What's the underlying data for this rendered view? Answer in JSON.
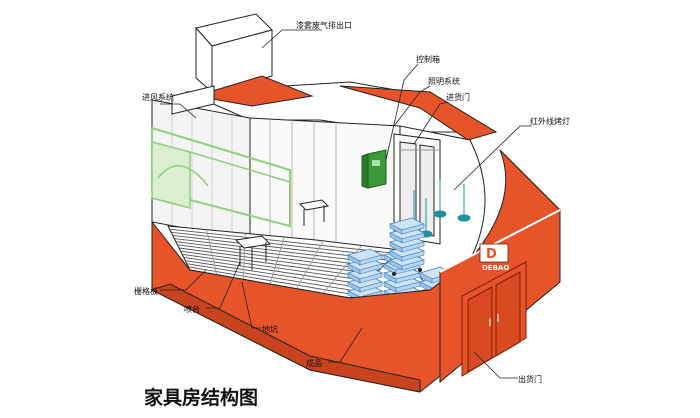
{
  "title": "家具房结构图",
  "labels": {
    "exhaust_outlet": "漆雾废气排出口",
    "air_intake": "进风系统",
    "control_box": "控制箱",
    "lighting": "照明系统",
    "entry_door": "进货门",
    "infrared_lamp": "红外线烤灯",
    "grid_plate": "栅格板",
    "spray_table": "喷台",
    "pit": "地坑",
    "product": "成品",
    "exit_door": "出货门"
  },
  "logo": {
    "letter": "D",
    "text": "DEBAO"
  },
  "colors": {
    "wall": "#e8542a",
    "wall_dark": "#c9431f",
    "outline": "#222222",
    "control_box": "#3a9a3a",
    "air_duct": "#8fcf7a",
    "product": "#cfe3f5",
    "product_edge": "#3c7fc0",
    "lamp": "#1f8f9f"
  }
}
